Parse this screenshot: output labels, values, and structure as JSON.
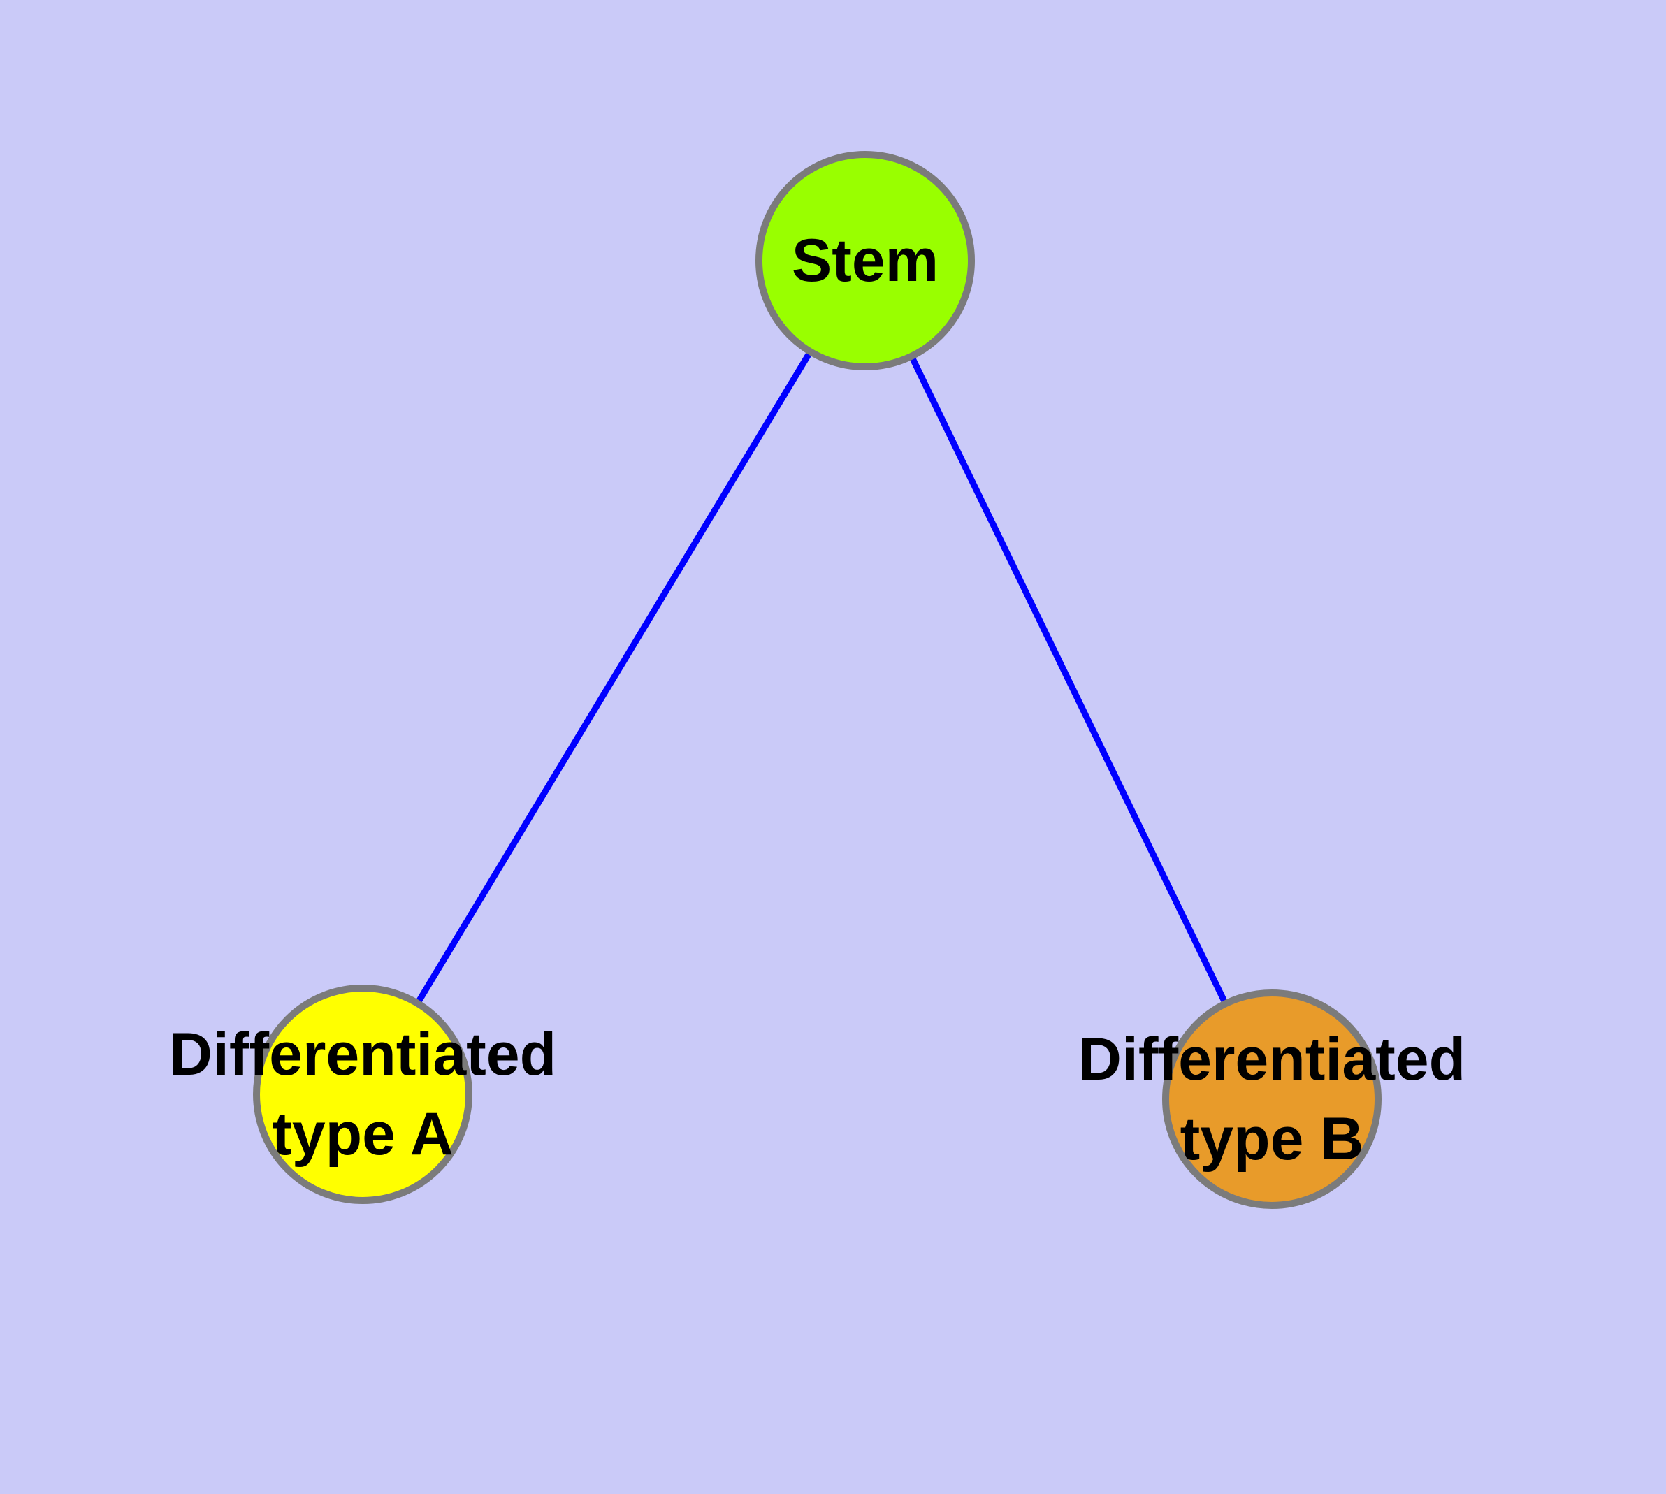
{
  "diagram": {
    "type": "node-link-graph",
    "colors": {
      "background": "#CACAF8",
      "edge": "#0000FF",
      "node_border": "#7B7B7B",
      "label_text": "#000000"
    },
    "nodes": [
      {
        "id": "stem",
        "label_lines": [
          "Stem"
        ],
        "color": "#99FF00"
      },
      {
        "id": "type-a",
        "label_lines": [
          "Differentiated",
          "type A"
        ],
        "color": "#FFFF00"
      },
      {
        "id": "type-b",
        "label_lines": [
          "Differentiated",
          "type B"
        ],
        "color": "#E89B2A"
      }
    ],
    "edges": [
      {
        "from": "Stem",
        "to": "Differentiated type A"
      },
      {
        "from": "Stem",
        "to": "Differentiated type B"
      }
    ]
  }
}
